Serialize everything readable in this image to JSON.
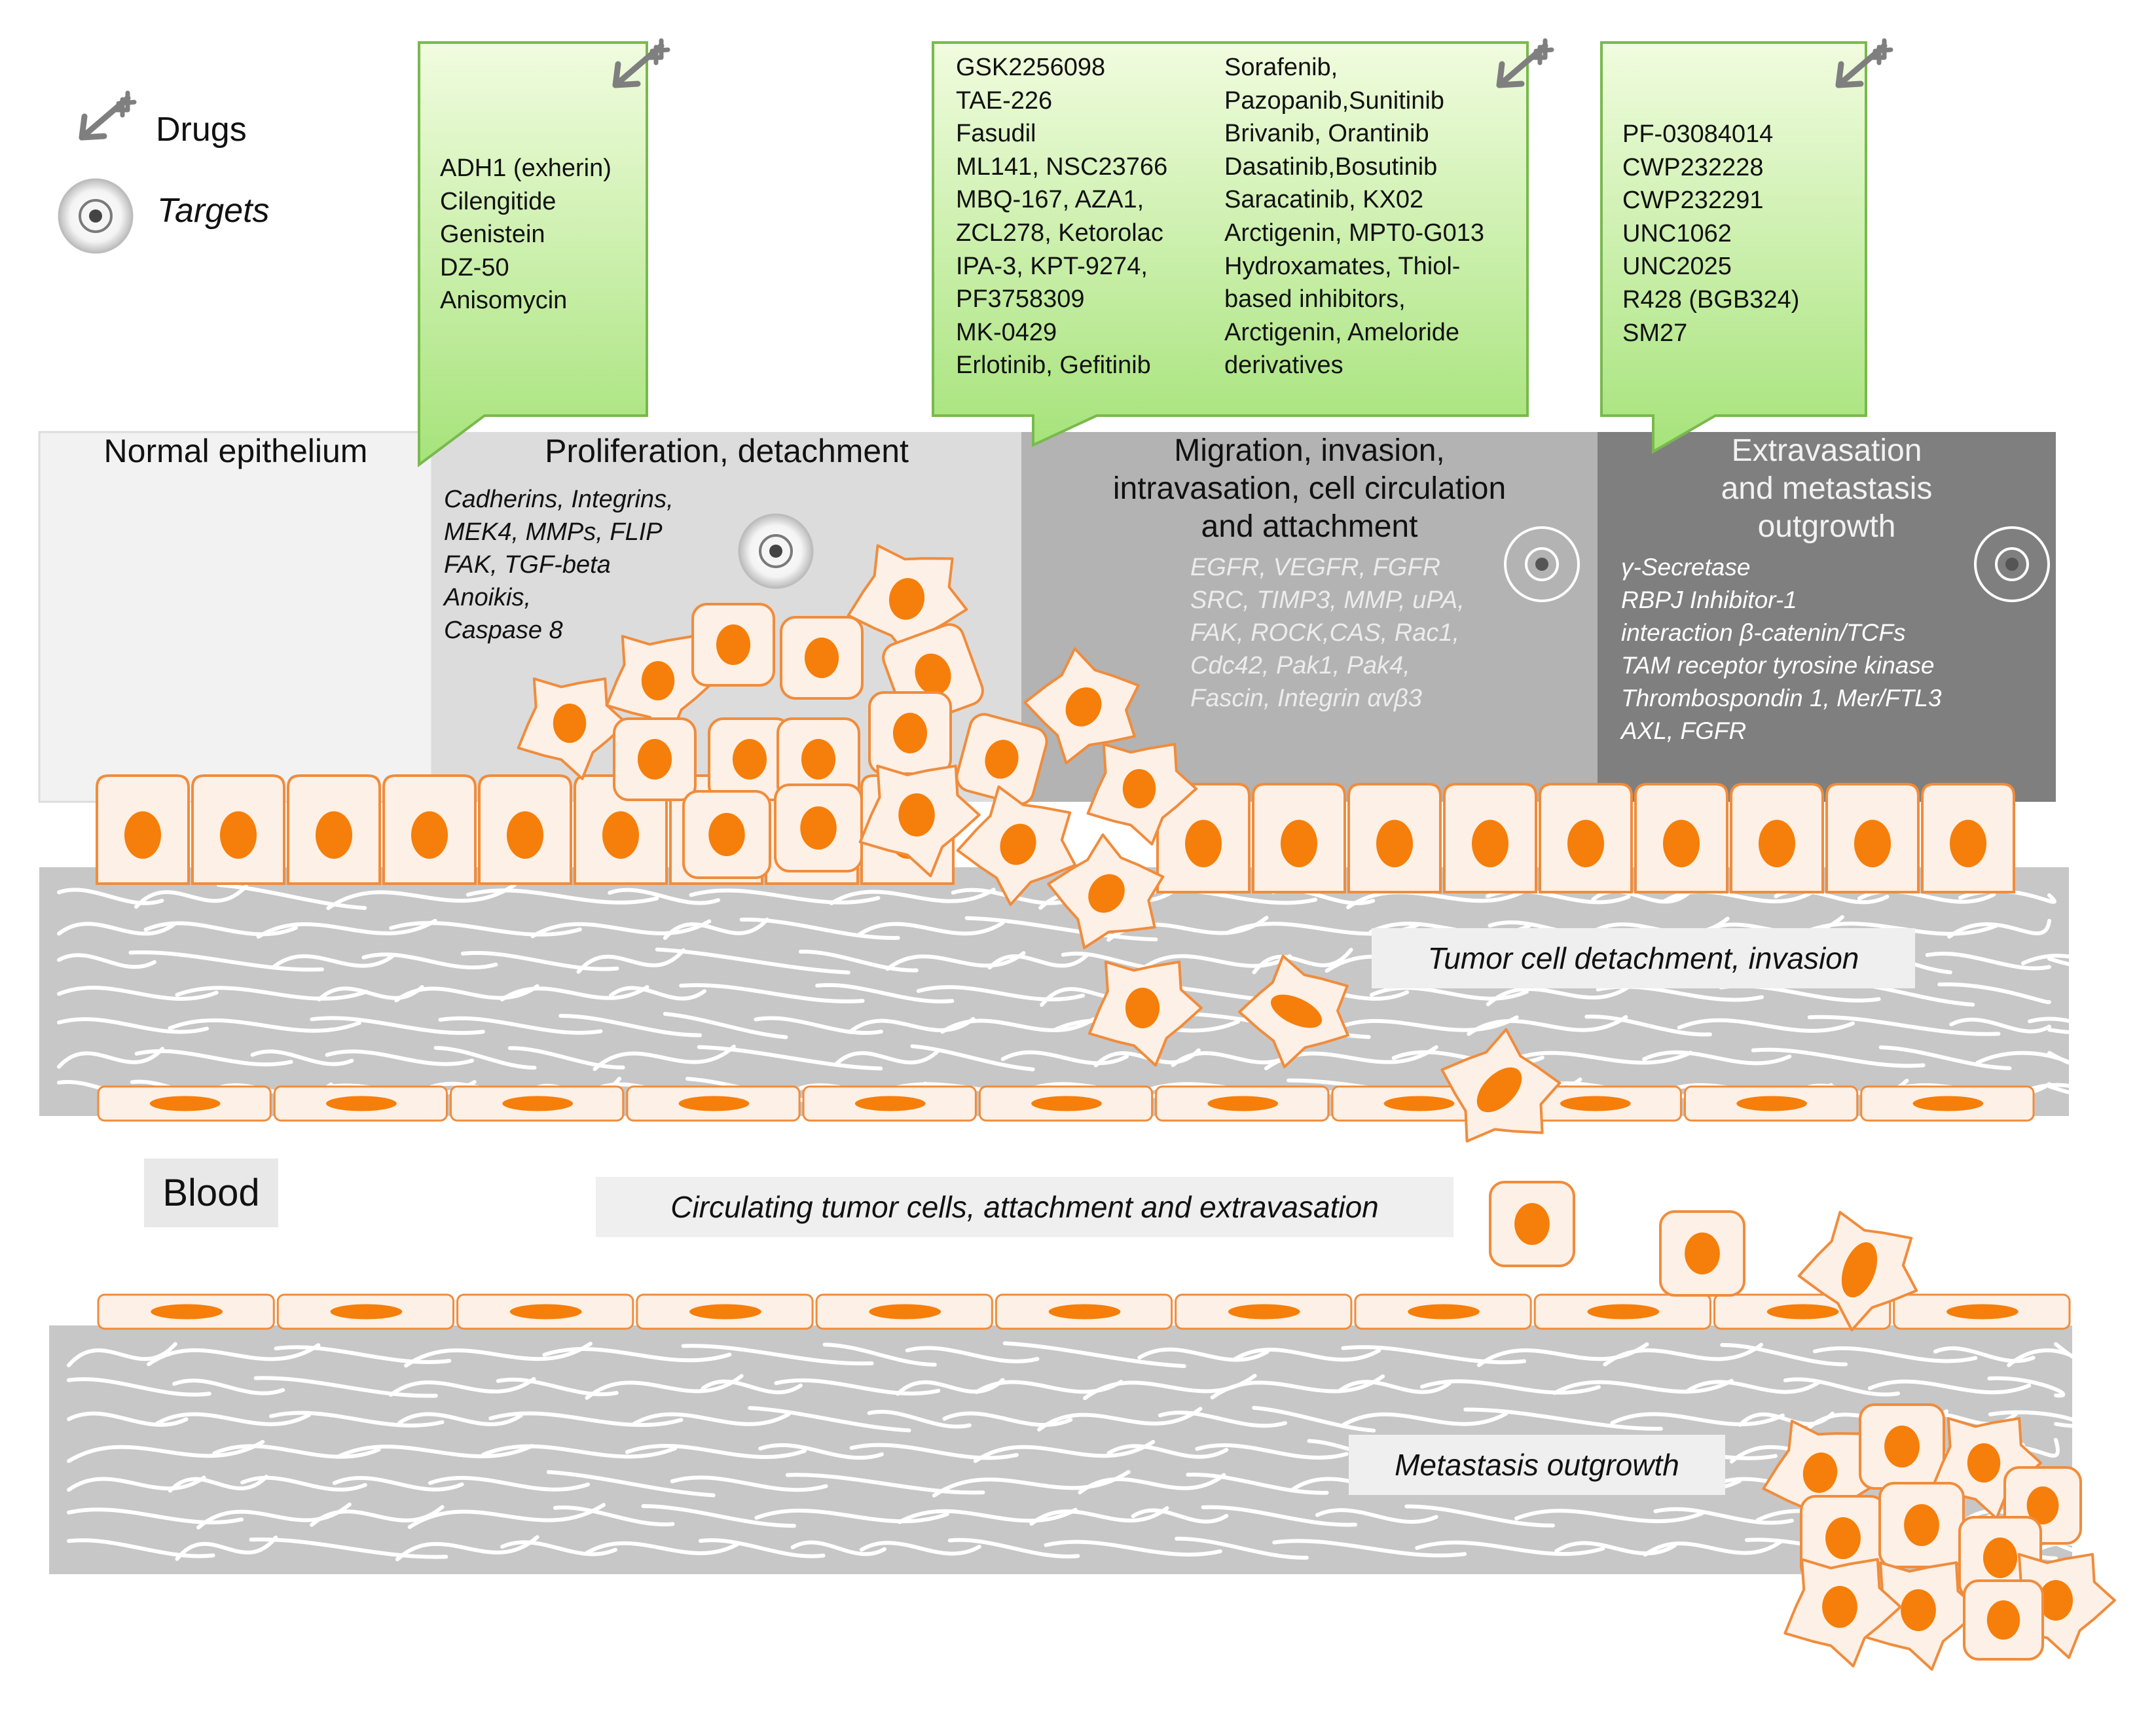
{
  "legend": {
    "drugs_label": "Drugs",
    "targets_label": "Targets"
  },
  "stages": [
    {
      "title": "Normal epithelium",
      "targets": []
    },
    {
      "title": "Proliferation, detachment",
      "targets": [
        "Cadherins, Integrins,",
        "MEK4, MMPs,  FLIP",
        "FAK, TGF-beta",
        "Anoikis,",
        "Caspase 8"
      ]
    },
    {
      "title": "Migration, invasion, intravasation, cell circulation and attachment",
      "title_lines": [
        "Migration, invasion,",
        "intravasation, cell circulation",
        "and attachment"
      ],
      "targets": [
        "EGFR, VEGFR, FGFR",
        "SRC, TIMP3, MMP,  uPA,",
        "FAK, ROCK,CAS, Rac1,",
        "Cdc42, Pak1, Pak4,",
        "Fascin, Integrin αvβ3"
      ]
    },
    {
      "title": "Extravasation and metastasis outgrowth",
      "title_lines": [
        "Extravasation",
        "and metastasis",
        "outgrowth"
      ],
      "targets": [
        "γ-Secretase",
        "RBPJ Inhibitor-1",
        "interaction β-catenin/TCFs",
        "TAM  receptor tyrosine kinase",
        "Thrombospondin 1, Mer/FTL3",
        "AXL, FGFR"
      ]
    }
  ],
  "drug_boxes": [
    {
      "columns": [
        [
          "ADH1 (exherin)",
          "Cilengitide",
          "Genistein",
          "DZ-50",
          "Anisomycin"
        ]
      ]
    },
    {
      "columns": [
        [
          "GSK2256098",
          "TAE-226",
          "Fasudil",
          "ML141, NSC23766",
          "MBQ-167, AZA1,",
          "ZCL278, Ketorolac",
          "IPA-3,  KPT-9274,",
          "PF3758309",
          "MK-0429",
          "Erlotinib, Gefitinib"
        ],
        [
          "Sorafenib,",
          "Pazopanib,Sunitinib",
          "Brivanib, Orantinib",
          "Dasatinib,Bosutinib",
          "Saracatinib, KX02",
          "Arctigenin,  MPT0-G013",
          "Hydroxamates, Thiol-",
          "based inhibitors,",
          "Arctigenin, Ameloride",
          "derivatives"
        ]
      ]
    },
    {
      "columns": [
        [
          "PF-03084014",
          "CWP232228",
          "CWP232291",
          "UNC1062",
          "UNC2025",
          "R428 (BGB324)",
          "SM27"
        ]
      ]
    }
  ],
  "captions": {
    "invasion": "Tumor cell detachment, invasion",
    "circulating": "Circulating tumor cells, attachment and extravasation",
    "blood": "Blood",
    "outgrowth": "Metastasis outgrowth"
  },
  "colors": {
    "cell_fill": "#fdf0e6",
    "cell_stroke": "#f08c3c",
    "nucleus": "#f57f0a",
    "callout_top": "#eefbd8",
    "callout_bottom": "#a8e57a",
    "callout_border": "#78b84c",
    "stroma": "#c7c7c7",
    "panel_normal": "#f2f2f2",
    "panel_proliferation": "#dcdcdc",
    "panel_migration": "#b3b3b3",
    "panel_extravasation": "#7f7f7f"
  }
}
